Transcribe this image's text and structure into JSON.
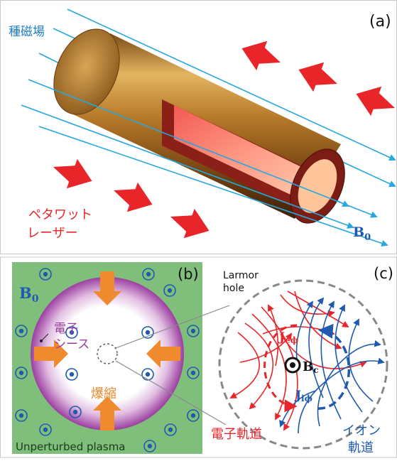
{
  "panel_a": {
    "label": "(a)",
    "seed_field_label": "種磁場",
    "laser_label_line1": "ペタワット",
    "laser_label_line2": "レーザー",
    "field_symbol": "B",
    "field_subscript": "0"
  },
  "panel_b": {
    "label": "(b)",
    "field_symbol": "B",
    "field_subscript": "0",
    "sheath_line1": "電子",
    "sheath_line2": "シース",
    "implosion_label": "爆縮",
    "footer": "Unperturbed plasma"
  },
  "panel_c": {
    "label": "(c)",
    "larmor_line1": "Larmor",
    "larmor_line2": "hole",
    "je_main": "J",
    "je_sub": "eϕ",
    "ji_main": "J",
    "ji_sub": "iϕ",
    "bc_main": "B",
    "bc_sub": "c",
    "electron_orbit": "電子軌道",
    "ion_line1": "イオン",
    "ion_line2": "軌道"
  },
  "colors": {
    "red": "#e8262a",
    "blue": "#1f5ab0",
    "cyan_line": "#25a8de",
    "panel_b_bg": "#7fbf7b",
    "sheath_purple": "#9b3ea0",
    "implosion_orange": "#f08a2e"
  }
}
